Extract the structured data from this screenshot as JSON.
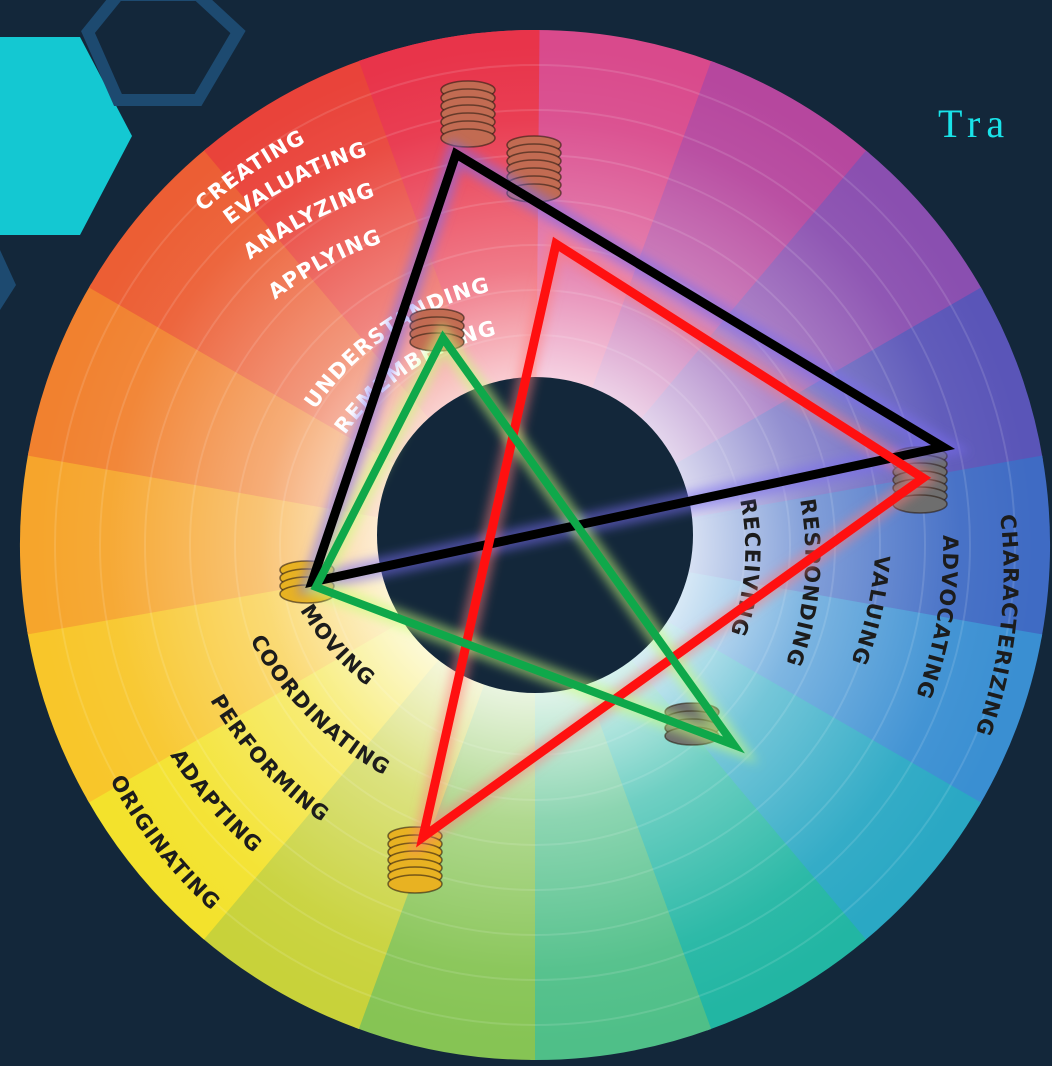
{
  "title": "Tra",
  "colors": {
    "background": "#13273a",
    "title": "#19e3e9",
    "hex_teal": "#14c8d2",
    "hex_outline": "#1d4a70",
    "triangle_black": "#000000",
    "triangle_red": "#ff1010",
    "triangle_green": "#0fa84a",
    "coin_orange": "#c26b52",
    "coin_yellow": "#e8b222",
    "coin_gray": "#6e6e6e"
  },
  "rings": {
    "cognitive": [
      "CREATING",
      "EVALUATING",
      "ANALYZING",
      "APPLYING",
      "UNDERSTANDING",
      "REMEMBERING"
    ],
    "affective": [
      "CHARACTERIZING",
      "ADVOCATING",
      "VALUING",
      "RESPONDING",
      "RECEIVING"
    ],
    "psychomotor": [
      "ORIGINATING",
      "ADAPTING",
      "PERFORMING",
      "COORDINATING",
      "MOVING"
    ]
  },
  "triangles": [
    {
      "color": "black"
    },
    {
      "color": "red"
    },
    {
      "color": "green"
    }
  ],
  "coin_stacks": [
    {
      "color": "orange"
    },
    {
      "color": "orange"
    },
    {
      "color": "orange"
    },
    {
      "color": "gray"
    },
    {
      "color": "yellow"
    },
    {
      "color": "gray"
    },
    {
      "color": "yellow"
    }
  ]
}
